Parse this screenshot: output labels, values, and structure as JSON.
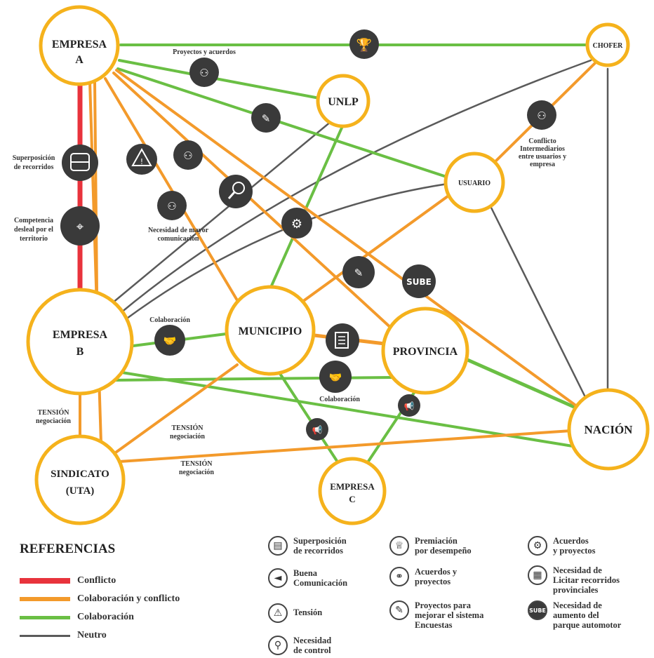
{
  "colors": {
    "conflict": "#e8333c",
    "collab_conflict": "#f39a2b",
    "collab": "#6abf44",
    "neutral": "#5a5a5a",
    "node_border": "#f5b21c",
    "icon_bg": "#3a3a3a"
  },
  "nodes": {
    "empresa_a": [
      "EMPRESA",
      "A"
    ],
    "unlp": "UNLP",
    "chofer": "CHOFER",
    "usuario": "USUARIO",
    "empresa_b": [
      "EMPRESA",
      "B"
    ],
    "municipio": "MUNICIPIO",
    "provincia": "PROVINCIA",
    "nacion": "NACIÓN",
    "sindicato": [
      "SINDICATO",
      "(UTA)"
    ],
    "empresa_c": [
      "EMPRESA",
      "C"
    ]
  },
  "edge_labels": {
    "proyectos_acuerdos": "Proyectos y acuerdos",
    "superposicion": [
      "Superposición",
      "de recorridos"
    ],
    "competencia": [
      "Competencia",
      "desleal por el",
      "territorio"
    ],
    "necesidad_comunicacion": [
      "Necesidad de mayor",
      "comunicación"
    ],
    "conflicto_intermediarios": [
      "Conflicto",
      "Intermediarios",
      "entre usuarios y",
      "empresa"
    ],
    "colaboracion_1": "Colaboración",
    "colaboracion_2": "Colaboración",
    "tension_1": [
      "TENSIÓN",
      "negociación"
    ],
    "tension_2": [
      "TENSIÓN",
      "negociación"
    ],
    "tension_3": [
      "TENSIÓN",
      "negociación"
    ],
    "sube": "SUBE"
  },
  "legend": {
    "title": "REFERENCIAS",
    "items": [
      {
        "label": "Conflicto",
        "color": "#e8333c"
      },
      {
        "label": "Colaboración y conflicto",
        "color": "#f39a2b"
      },
      {
        "label": "Colaboración",
        "color": "#6abf44"
      },
      {
        "label": "Neutro",
        "color": "#5a5a5a"
      }
    ]
  },
  "icon_legend": {
    "superposicion": {
      "icon": "bus-icon",
      "text": "Superposición\nde recorridos"
    },
    "buena_comunicacion": {
      "icon": "megaphone-icon",
      "text": "Buena\nComunicación"
    },
    "tension": {
      "icon": "warning-icon",
      "text": "Tensión"
    },
    "necesidad_control": {
      "icon": "magnifier-icon",
      "text": "Necesidad\nde control"
    },
    "premiacion": {
      "icon": "trophy-icon",
      "text": "Premiación\npor desempeño"
    },
    "acuerdos_proyectos": {
      "icon": "handshake-icon",
      "text": "Acuerdos y\nproyectos"
    },
    "proyectos_mejorar": {
      "icon": "survey-icon",
      "text": "Proyectos para\nmejorar el sistema\nEncuestas"
    },
    "acuerdos_y_proyectos": {
      "icon": "gears-icon",
      "text": "Acuerdos\ny proyectos"
    },
    "licitar": {
      "icon": "document-icon",
      "text": "Necesidad de\nLicitar recorridos\nprovinciales"
    },
    "sube": {
      "icon": "sube-icon",
      "text": "Necesidad de\naumento del\nparque automotor"
    }
  }
}
